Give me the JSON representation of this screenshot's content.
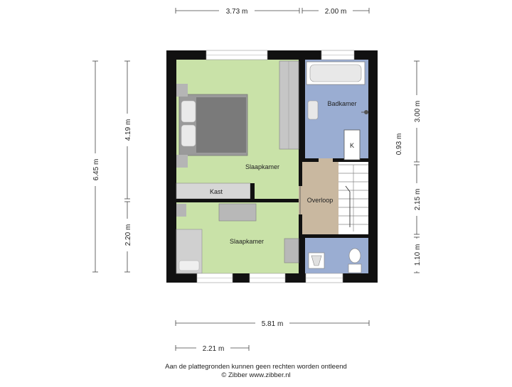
{
  "dimensions": {
    "top_left": "3.73 m",
    "top_right": "2.00 m",
    "left_total": "6.45 m",
    "left_upper": "4.19 m",
    "left_lower": "2.20 m",
    "right_top": "3.00 m",
    "right_mid_small": "0.93 m",
    "right_mid": "2.15 m",
    "right_bottom": "1.10 m",
    "bottom_total": "5.81 m",
    "bottom_partial": "2.21 m"
  },
  "rooms": {
    "bedroom_main": "Slaapkamer",
    "bedroom_second": "Slaapkamer",
    "bathroom": "Badkamer",
    "landing": "Overloop",
    "closet": "Kast",
    "cabinet": "K"
  },
  "footer": {
    "disclaimer": "Aan de plattegronden kunnen geen rechten worden ontleend",
    "copyright": "© Zibber www.zibber.nl"
  },
  "colors": {
    "bedroom": "#c9e2a8",
    "bathroom": "#9aadd2",
    "landing": "#c9b8a0",
    "wall": "#111111"
  }
}
